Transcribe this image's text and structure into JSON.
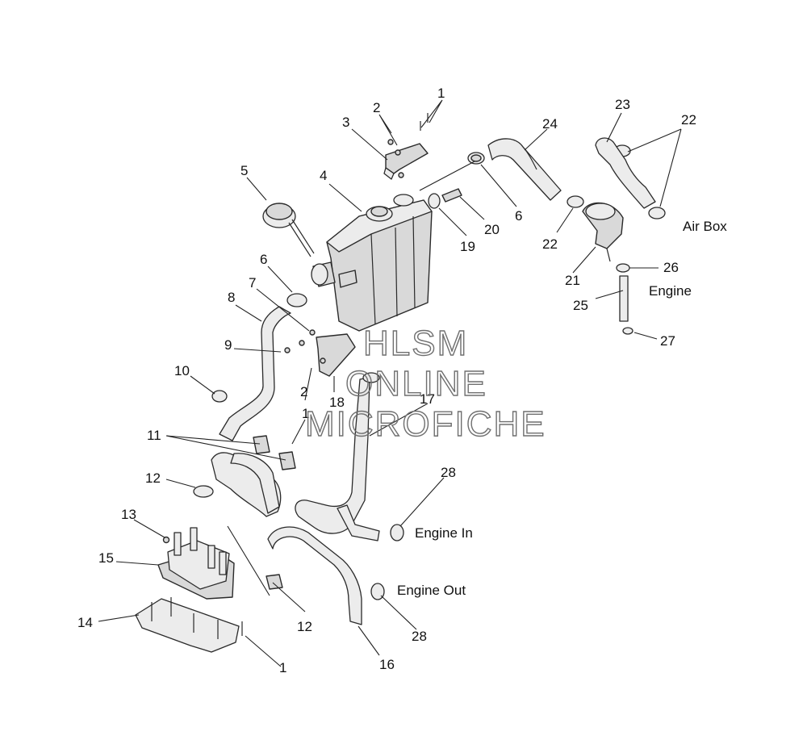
{
  "callouts": [
    {
      "id": "c1a",
      "text": "1"
    },
    {
      "id": "c2a",
      "text": "2"
    },
    {
      "id": "c3",
      "text": "3"
    },
    {
      "id": "c4",
      "text": "4"
    },
    {
      "id": "c5",
      "text": "5"
    },
    {
      "id": "c6a",
      "text": "6"
    },
    {
      "id": "c6b",
      "text": "6"
    },
    {
      "id": "c7",
      "text": "7"
    },
    {
      "id": "c8",
      "text": "8"
    },
    {
      "id": "c9",
      "text": "9"
    },
    {
      "id": "c10",
      "text": "10"
    },
    {
      "id": "c11",
      "text": "11"
    },
    {
      "id": "c12a",
      "text": "12"
    },
    {
      "id": "c12b",
      "text": "12"
    },
    {
      "id": "c13",
      "text": "13"
    },
    {
      "id": "c14",
      "text": "14"
    },
    {
      "id": "c15",
      "text": "15"
    },
    {
      "id": "c16",
      "text": "16"
    },
    {
      "id": "c17",
      "text": "17"
    },
    {
      "id": "c18",
      "text": "18"
    },
    {
      "id": "c19",
      "text": "19"
    },
    {
      "id": "c20",
      "text": "20"
    },
    {
      "id": "c21",
      "text": "21"
    },
    {
      "id": "c22a",
      "text": "22"
    },
    {
      "id": "c22b",
      "text": "22"
    },
    {
      "id": "c23",
      "text": "23"
    },
    {
      "id": "c24",
      "text": "24"
    },
    {
      "id": "c25",
      "text": "25"
    },
    {
      "id": "c26",
      "text": "26"
    },
    {
      "id": "c27",
      "text": "27"
    },
    {
      "id": "c28a",
      "text": "28"
    },
    {
      "id": "c28b",
      "text": "28"
    },
    {
      "id": "c1b",
      "text": "1"
    },
    {
      "id": "c1c",
      "text": "1"
    },
    {
      "id": "c2b",
      "text": "2"
    }
  ],
  "locations": {
    "air_box": "Air Box",
    "engine": "Engine",
    "engine_in": "Engine In",
    "engine_out": "Engine Out"
  },
  "watermark": {
    "line1": "HLSM",
    "line2": "ONLINE",
    "line3": "MICROFICHE"
  }
}
